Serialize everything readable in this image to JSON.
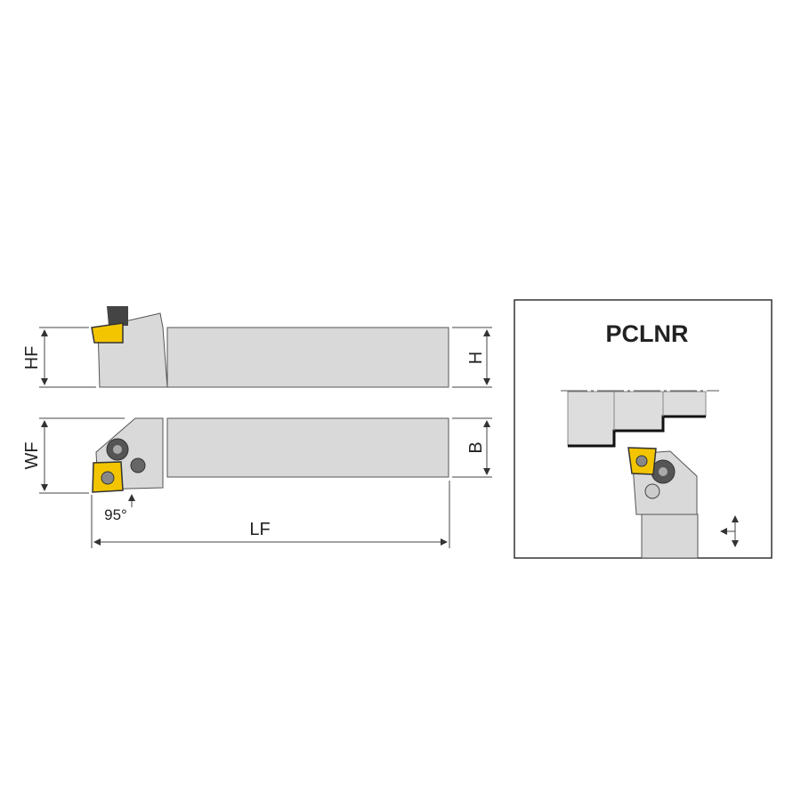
{
  "labels": {
    "hf": "HF",
    "wf": "WF",
    "h": "H",
    "b": "B",
    "lf": "LF",
    "angle": "95°"
  },
  "inset": {
    "title": "PCLNR"
  },
  "colors": {
    "insert": "#f2c500",
    "body": "#d9d9d9",
    "outline": "#555555"
  }
}
